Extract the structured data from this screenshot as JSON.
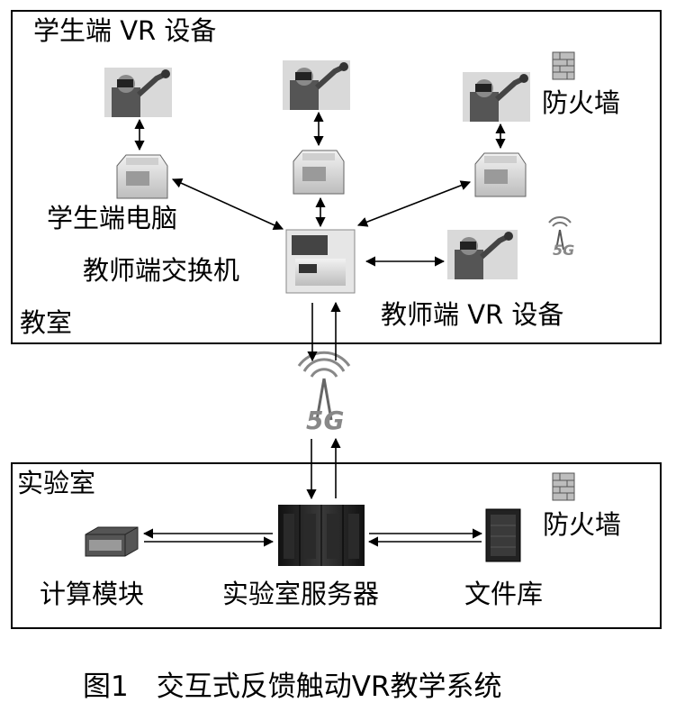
{
  "classroom": {
    "student_vr_title": "学生端 VR 设备",
    "firewall": "防火墙",
    "student_pc": "学生端电脑",
    "teacher_switch": "教师端交换机",
    "teacher_vr": "教师端 VR 设备",
    "room": "教室"
  },
  "network": {
    "badge": "5G"
  },
  "lab": {
    "room": "实验室",
    "firewall": "防火墙",
    "compute": "计算模块",
    "server": "实验室服务器",
    "file_store": "文件库"
  },
  "caption": "图1　交互式反馈触动VR教学系统"
}
